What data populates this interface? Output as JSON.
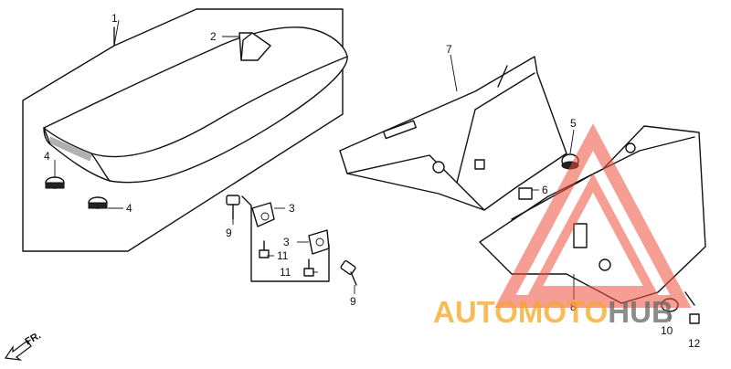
{
  "callouts": {
    "c1": "1",
    "c2": "2",
    "c3a": "3",
    "c3b": "3",
    "c4a": "4",
    "c4b": "4",
    "c5": "5",
    "c6": "6",
    "c7": "7",
    "c8": "8",
    "c9a": "9",
    "c9b": "9",
    "c10": "10",
    "c11a": "11",
    "c11b": "11",
    "c12": "12"
  },
  "direction_marker": {
    "label": "FR."
  },
  "watermark": {
    "part1": "AUTOMOTO",
    "part2": "HUB",
    "color_primary": "#f0503c",
    "color_secondary": "#777777"
  }
}
